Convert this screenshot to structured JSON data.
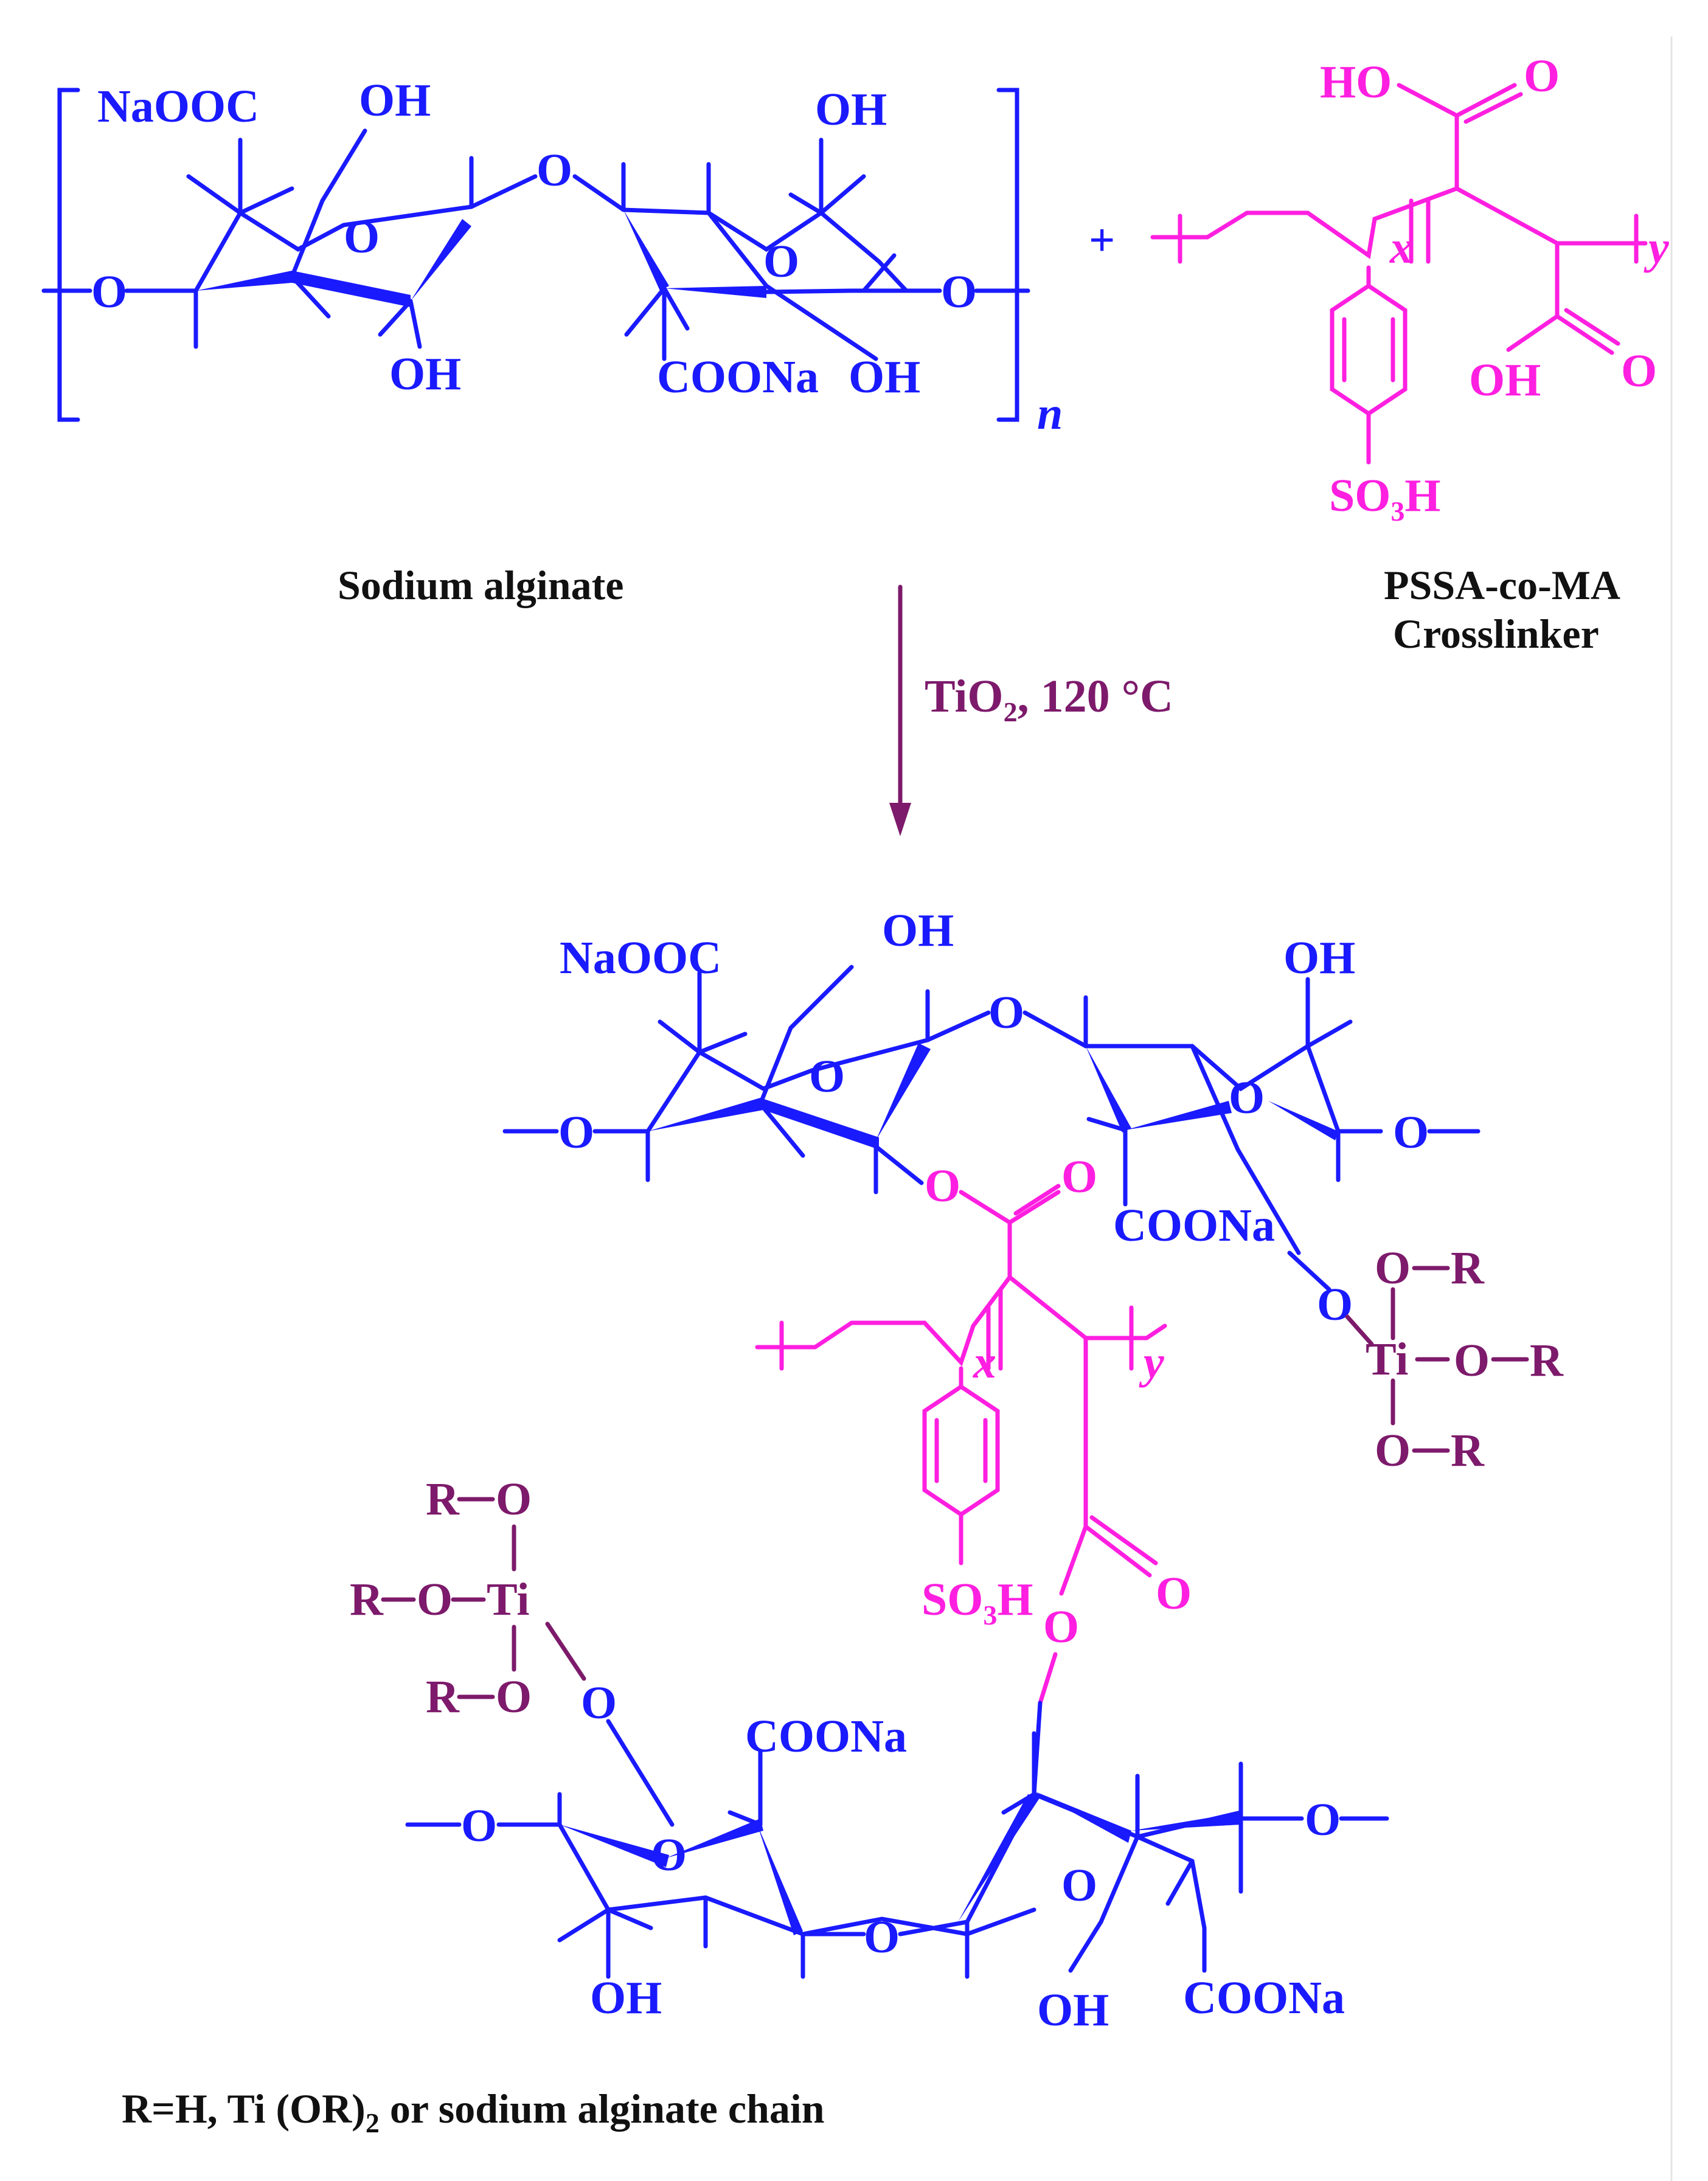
{
  "colors": {
    "alginate": "#1a1aff",
    "crosslinker": "#ff1fe0",
    "titanium": "#7d1a6b",
    "caption": "#111111"
  },
  "reactant1": {
    "label": "Sodium alginate",
    "naooc": "NaOOC",
    "oh1": "OH",
    "oh2": "OH",
    "oh3": "OH",
    "oh4": "OH",
    "coona": "COONa",
    "ring_o1": "O",
    "ring_o2": "O",
    "bridge_o": "O",
    "chain_o_left": "O",
    "chain_o_right": "O",
    "repeat": "n"
  },
  "plus": "+",
  "reactant2": {
    "label_line1": "PSSA-co-MA",
    "label_line2": "Crosslinker",
    "ho": "HO",
    "o_top": "O",
    "oh": "OH",
    "o_bottom": "O",
    "so3h_pre": "SO",
    "so3h_sub": "3",
    "so3h_post": "H",
    "x": "x",
    "y": "y"
  },
  "reaction": {
    "cond_pre": "TiO",
    "cond_sub": "2",
    "cond_post": ", 120 °C"
  },
  "product": {
    "naooc": "NaOOC",
    "oh_top1": "OH",
    "oh_top2": "OH",
    "coona_top": "COONa",
    "coona_bottom1": "COONa",
    "coona_bottom2": "COONa",
    "oh_bottom1": "OH",
    "oh_bottom2": "OH",
    "o": "O",
    "ester_o": "O",
    "so3h_pre": "SO",
    "so3h_sub": "3",
    "so3h_post": "H",
    "x": "x",
    "y": "y",
    "ti_right": "Ti",
    "ti_left": "Ti",
    "or_r": "R",
    "or_o": "O"
  },
  "footnote": {
    "pre": "R=H, Ti (OR)",
    "sub": "2",
    "post": " or sodium alginate chain"
  }
}
